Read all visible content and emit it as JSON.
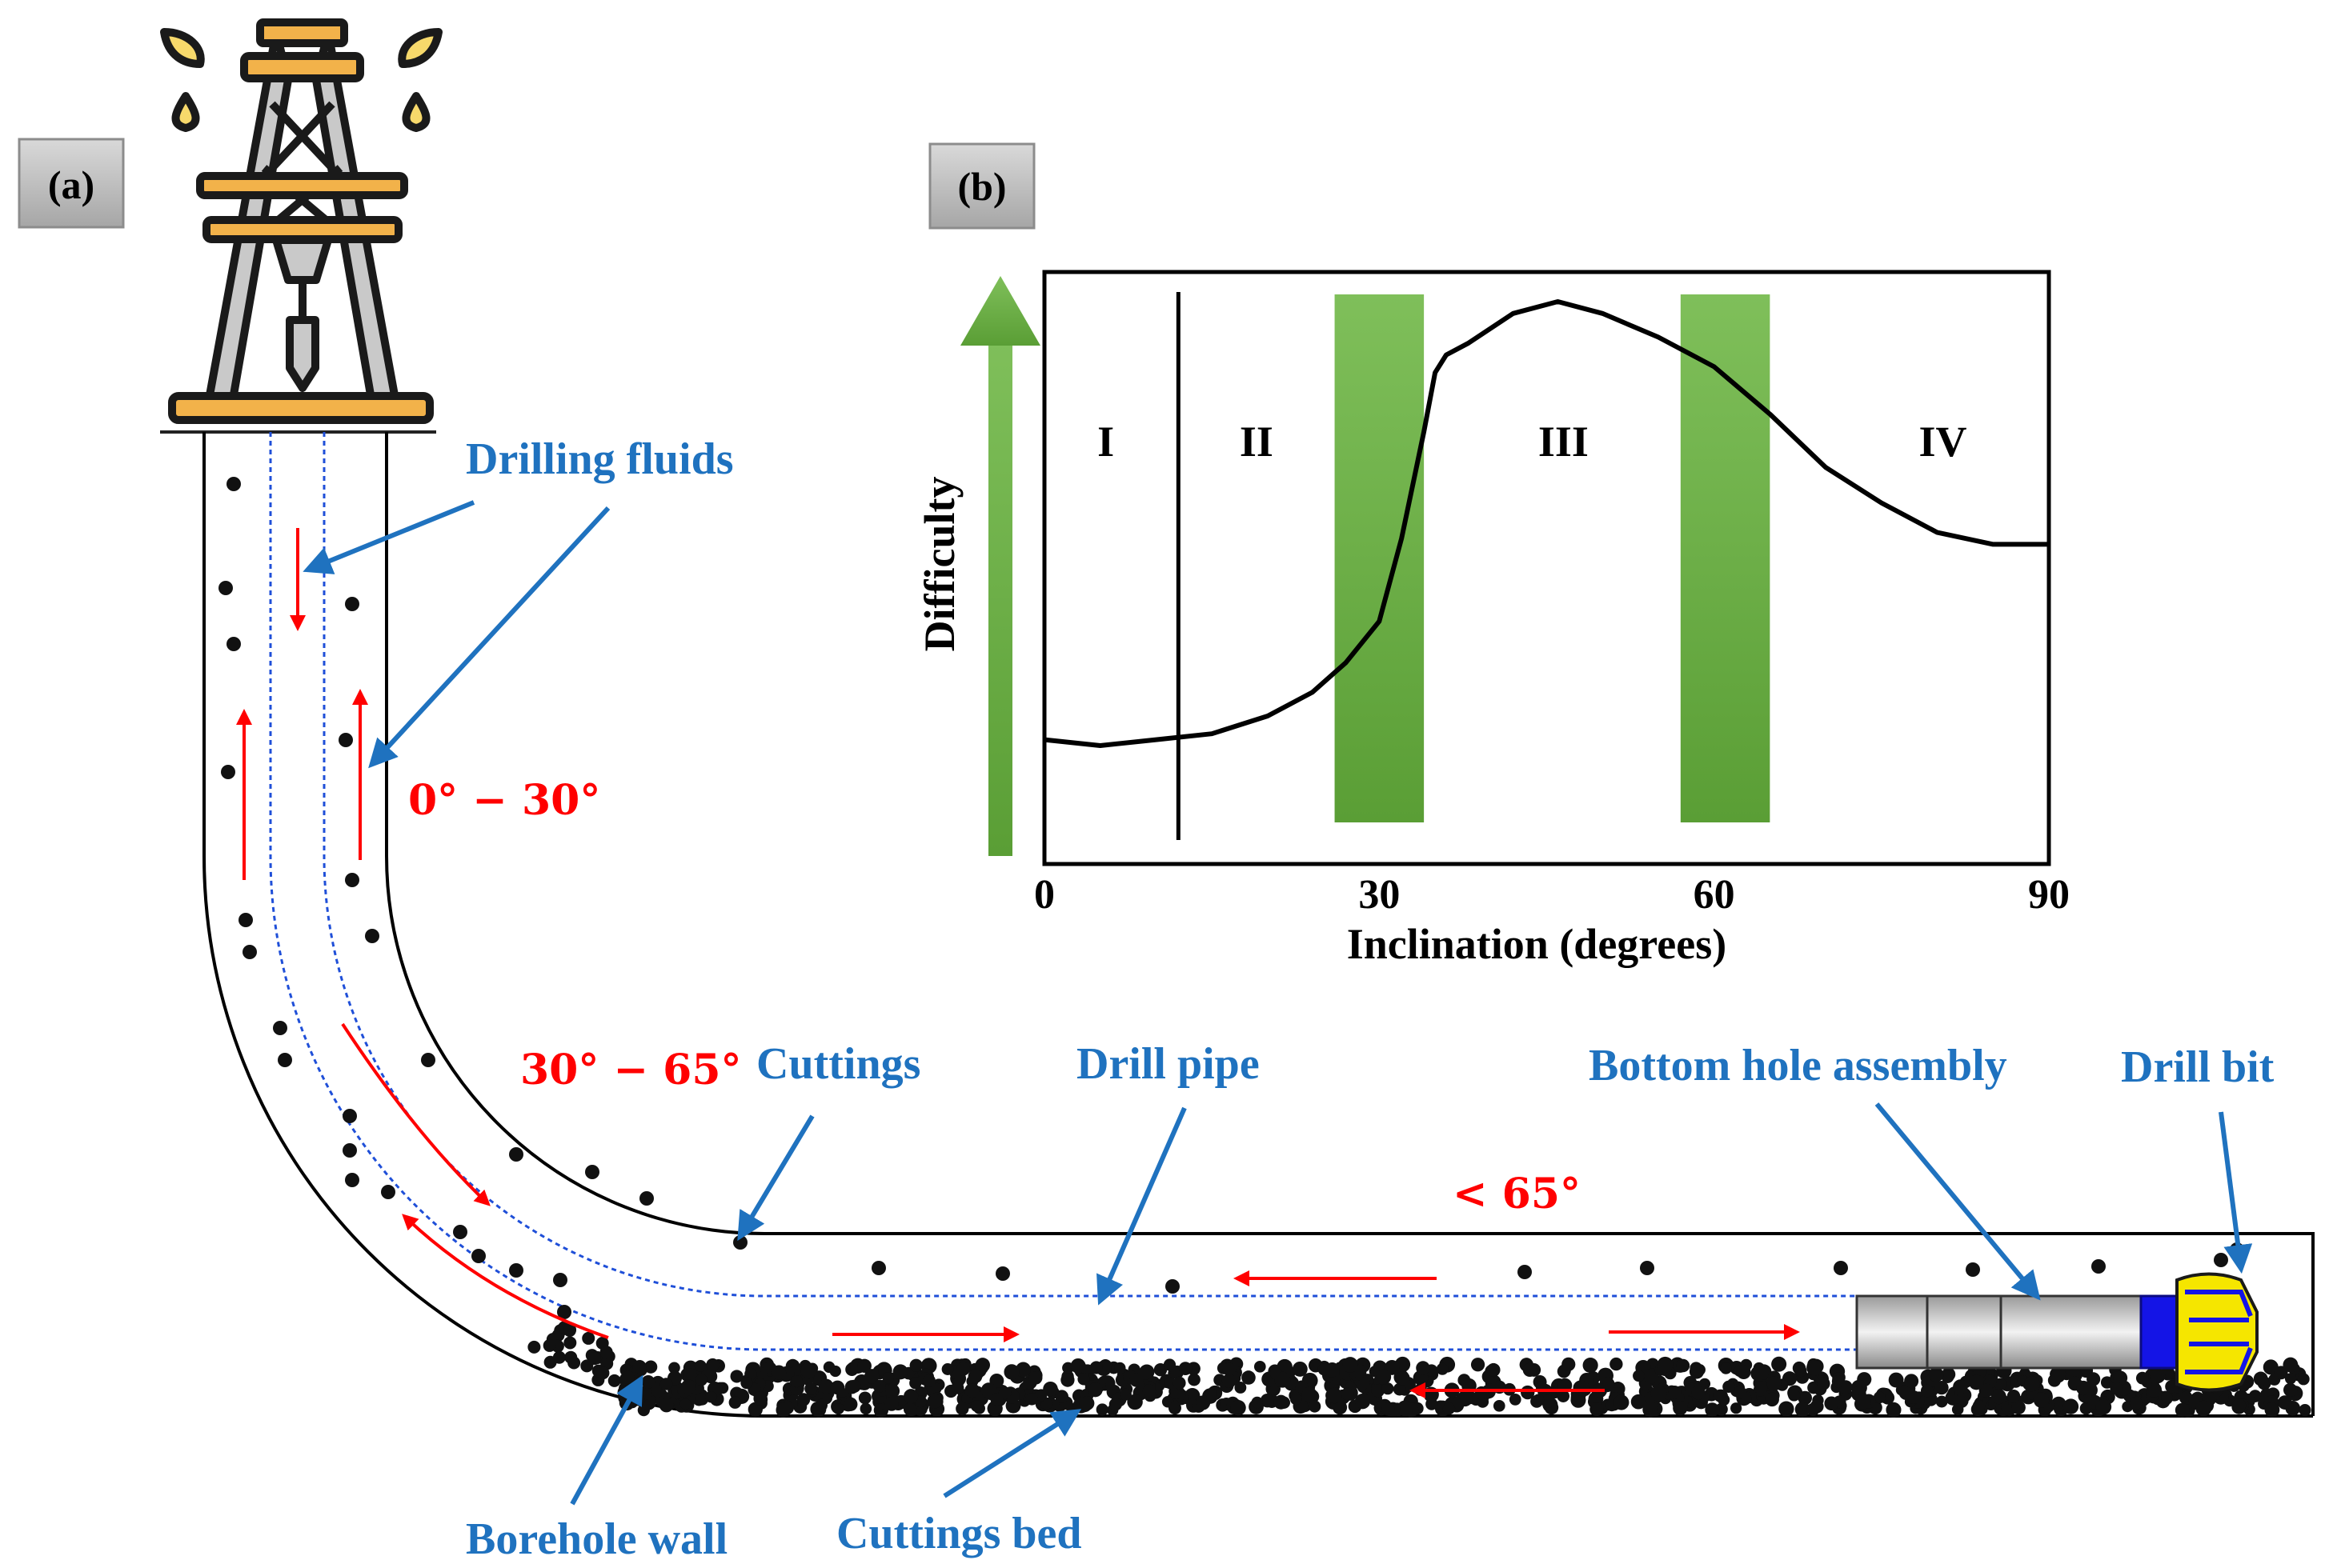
{
  "panel_a": {
    "tag": "(a)",
    "labels": {
      "drilling_fluids": "Drilling fluids",
      "cuttings": "Cuttings",
      "drill_pipe": "Drill pipe",
      "bottom_hole_assembly": "Bottom hole assembly",
      "drill_bit": "Drill bit",
      "borehole_wall": "Borehole wall",
      "cuttings_bed": "Cuttings bed"
    },
    "angle_ranges": {
      "vertical": "0° − 30°",
      "build": "30° − 65°",
      "horizontal": "< 65°"
    },
    "colors": {
      "label": "#1f72bf",
      "angle": "#ff0000",
      "flow_arrow": "#ff0000",
      "pipe_line": "#1f4fd8"
    }
  },
  "panel_b": {
    "tag": "(b)",
    "chart_data": {
      "type": "line",
      "xlabel": "Inclination (degrees)",
      "ylabel": "Difficulty",
      "xlim": [
        0,
        90
      ],
      "xticks": [
        "0",
        "30",
        "60",
        "90"
      ],
      "regions": [
        "I",
        "II",
        "III",
        "IV"
      ],
      "boundary_line_x": 12,
      "highlight_bands": [
        [
          26,
          34
        ],
        [
          57,
          65
        ]
      ],
      "band_color": "#5fa83f",
      "series": [
        {
          "x": [
            0,
            5,
            10,
            15,
            20,
            24,
            27,
            30,
            32,
            34,
            35,
            36,
            38,
            42,
            46,
            50,
            55,
            60,
            65,
            70,
            75,
            80,
            85,
            90
          ],
          "y": [
            0.21,
            0.2,
            0.21,
            0.22,
            0.25,
            0.29,
            0.34,
            0.41,
            0.55,
            0.73,
            0.83,
            0.86,
            0.88,
            0.93,
            0.95,
            0.93,
            0.89,
            0.84,
            0.76,
            0.67,
            0.61,
            0.56,
            0.54,
            0.54
          ]
        }
      ],
      "difficulty_arrow_color": "#5fa83f"
    }
  }
}
